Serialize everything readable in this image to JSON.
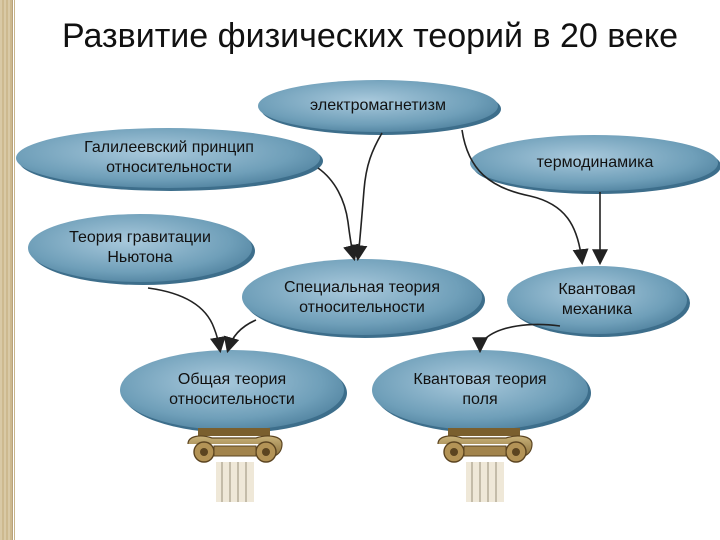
{
  "title": "Развитие физических теорий в 20 веке",
  "nodes": {
    "electromagnetism": "электромагнетизм",
    "galilean": "Галилеевский принцип относительности",
    "thermodynamics": "термодинамика",
    "gravitation": "Теория гравитации Ньютона",
    "special_relativity": "Специальная теория относительности",
    "quantum_mechanics": "Квантовая механика",
    "general_relativity": "Общая теория относительности",
    "quantum_field": "Квантовая теория поля"
  },
  "colors": {
    "node_fill": "#6f9fb9",
    "node_shadow": "#2e5d78",
    "arrow": "#222222"
  }
}
